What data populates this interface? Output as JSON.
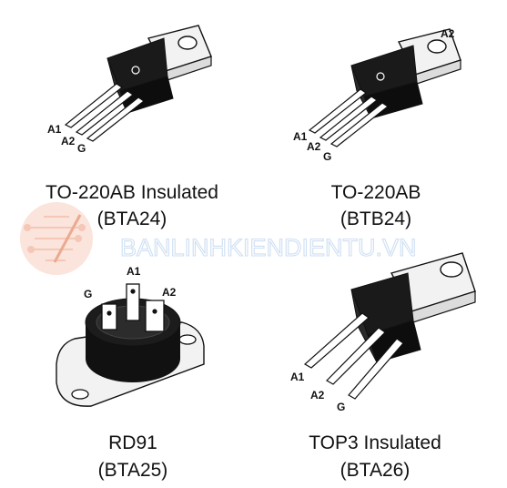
{
  "packages": [
    {
      "caption_name": "TO-220AB Insulated",
      "caption_part": "(BTA24)",
      "pins": {
        "a1": "A1",
        "a2": "A2",
        "g": "G"
      }
    },
    {
      "caption_name": "TO-220AB",
      "caption_part": "(BTB24)",
      "pins": {
        "a1": "A1",
        "a2": "A2",
        "g": "G",
        "tab": "A2"
      }
    },
    {
      "caption_name": "RD91",
      "caption_part": "(BTA25)",
      "pins": {
        "a1": "A1",
        "a2": "A2",
        "g": "G"
      }
    },
    {
      "caption_name": "TOP3 Insulated",
      "caption_part": "(BTA26)",
      "pins": {
        "a1": "A1",
        "a2": "A2",
        "g": "G"
      }
    }
  ],
  "watermark": {
    "text": "BANLINHKIENDIENTU.VN"
  },
  "colors": {
    "body": "#111111",
    "tab": "#f2f2f2",
    "outline": "#111111",
    "watermark": "#c9dcf1"
  }
}
